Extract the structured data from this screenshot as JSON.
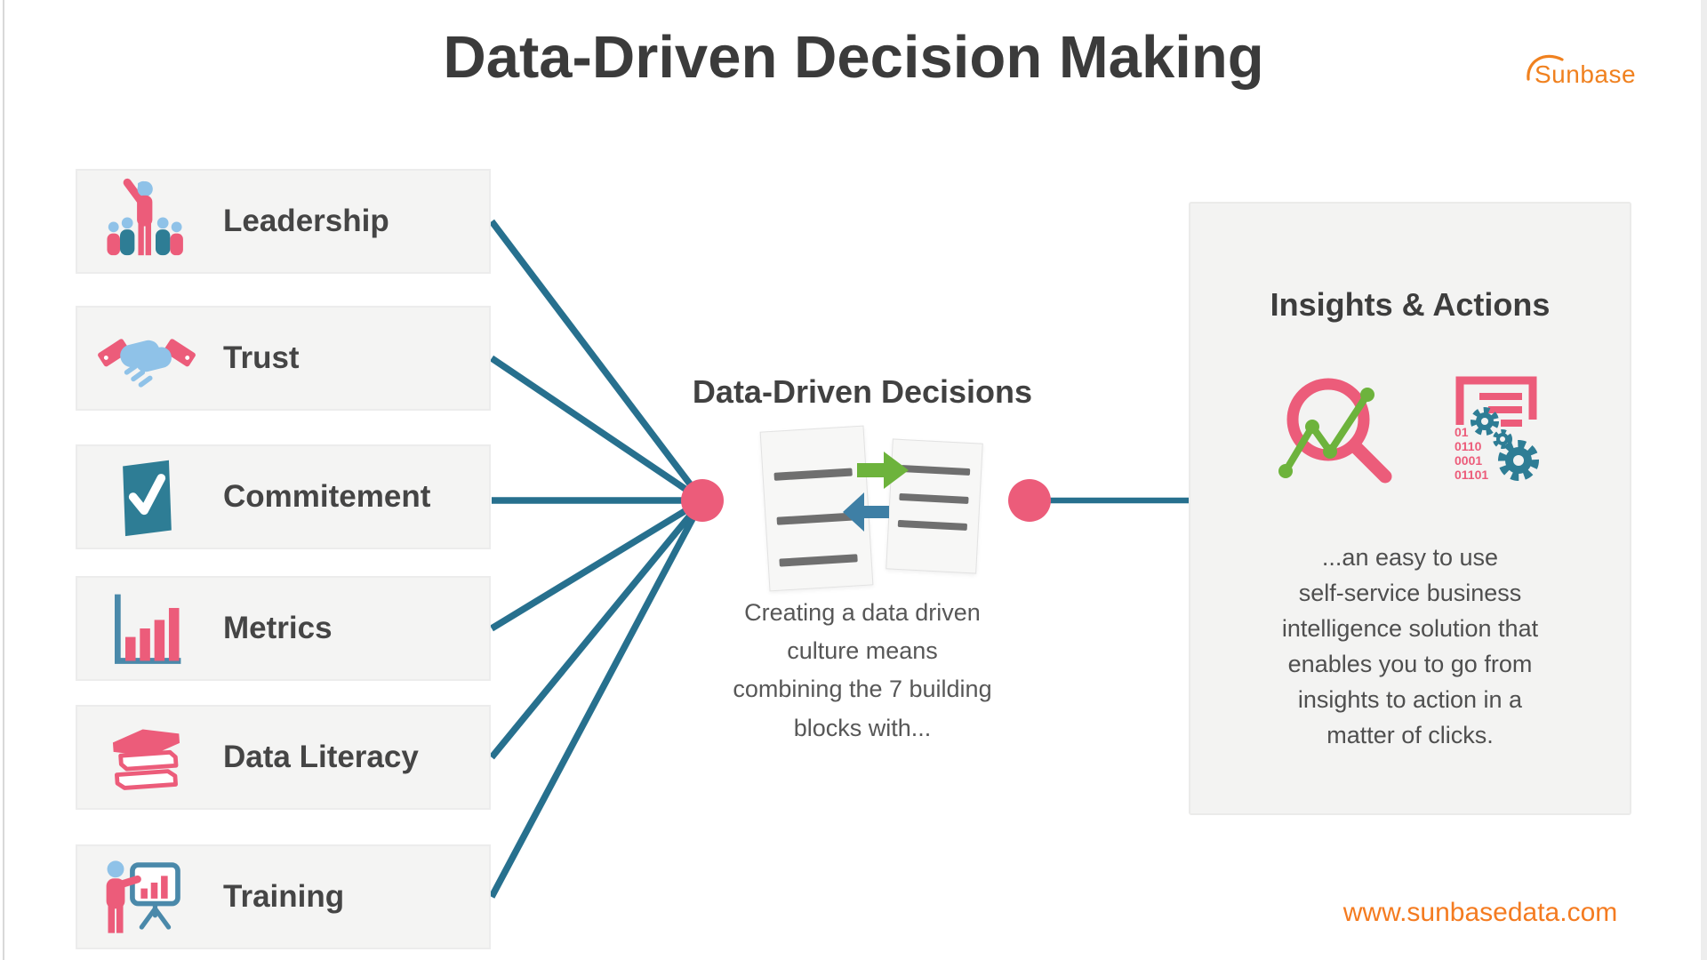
{
  "page": {
    "title": "Data-Driven Decision Making",
    "logo_text": "Sunbase",
    "website": "www.sunbasedata.com"
  },
  "building_blocks": [
    {
      "label": "Leadership",
      "icon": "leadership-icon"
    },
    {
      "label": "Trust",
      "icon": "handshake-icon"
    },
    {
      "label": "Commitement",
      "icon": "checkbox-icon"
    },
    {
      "label": "Metrics",
      "icon": "bar-chart-icon"
    },
    {
      "label": "Data Literacy",
      "icon": "books-icon"
    },
    {
      "label": "Training",
      "icon": "training-presenter-icon"
    }
  ],
  "center": {
    "heading": "Data-Driven Decisions",
    "caption": "Creating a data driven\nculture means\ncombining the 7 building\nblocks with...",
    "icon": "documents-exchange-icon"
  },
  "insights_panel": {
    "heading": "Insights & Actions",
    "icons": [
      "magnifier-chart-icon",
      "data-process-gears-icon"
    ],
    "binary_lines": [
      "01",
      "0110",
      "0001",
      "01101"
    ],
    "body": "...an easy to use\nself-service business\nintelligence solution that\nenables you to go from\ninsights to action in a\nmatter of clicks."
  },
  "colors": {
    "accent_pink": "#ec5c7a",
    "line_teal": "#27708e",
    "icon_steel_blue": "#4a89aa",
    "icon_light_blue": "#8fc2e8",
    "arrow_green": "#6db33c",
    "arrow_blue": "#3e7fa5",
    "brand_orange": "#f0811f",
    "box_bg": "#f4f4f3",
    "panel_bg": "#f3f3f2",
    "title_gray": "#3b3b3b"
  }
}
